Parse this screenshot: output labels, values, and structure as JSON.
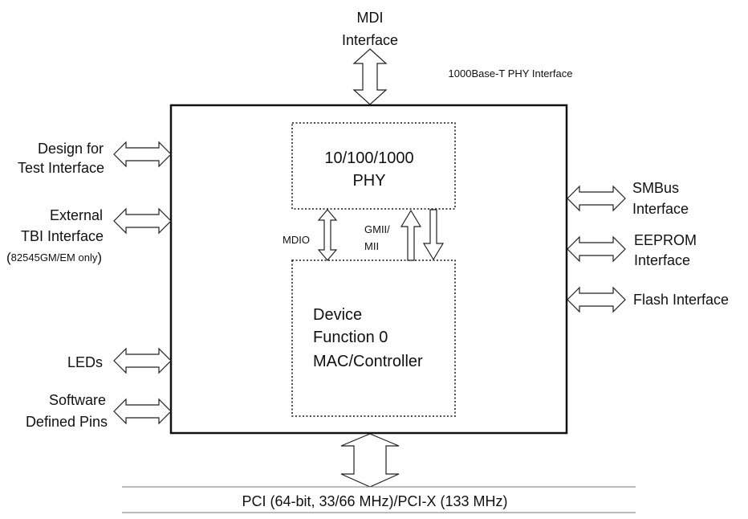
{
  "top_interface": {
    "mdi_line1": "MDI",
    "mdi_line2": "Interface",
    "phy_interface_note": "1000Base-T PHY Interface"
  },
  "phy_block": {
    "line1": "10/100/1000",
    "line2": "PHY"
  },
  "links": {
    "mdio": "MDIO",
    "gmii_line1": "GMII/",
    "gmii_line2": "MII"
  },
  "mac_block": {
    "line1": "Device",
    "line2": "Function 0",
    "line3": "MAC/Controller"
  },
  "left_interfaces": {
    "dft_line1": "Design for",
    "dft_line2": "Test Interface",
    "tbi_line1": "External",
    "tbi_line2": "TBI Interface",
    "tbi_note_open": "(",
    "tbi_note": "82545GM/EM only",
    "tbi_note_close": ")",
    "leds": "LEDs",
    "sdp_line1": "Software",
    "sdp_line2": "Defined Pins"
  },
  "right_interfaces": {
    "smbus_line1": "SMBus",
    "smbus_line2": "Interface",
    "eeprom_line1": "EEPROM",
    "eeprom_line2": "Interface",
    "flash": "Flash Interface"
  },
  "bus": {
    "label": "PCI (64-bit, 33/66 MHz)/PCI-X (133 MHz)"
  },
  "colors": {
    "ink": "#111111",
    "background": "#ffffff"
  }
}
